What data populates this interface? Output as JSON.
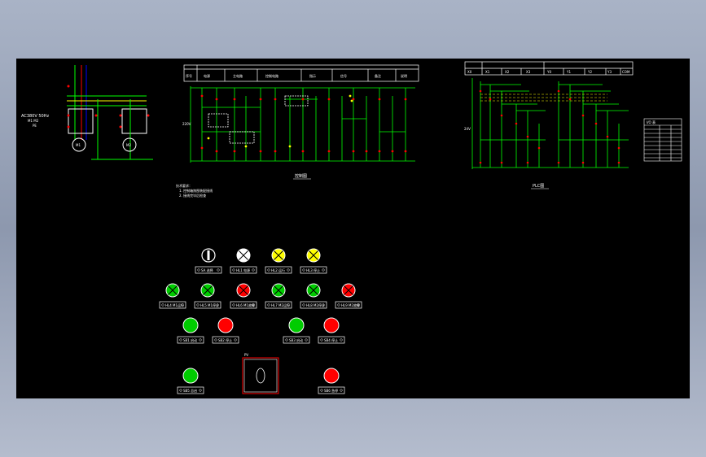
{
  "viewport": {
    "background": "#8d98ae",
    "canvas_background": "#000000"
  },
  "colors": {
    "wire": "#00ff00",
    "line": "#ffffff",
    "red": "#ff0000",
    "yellow": "#ffff00",
    "blue": "#0000ff",
    "green_lamp": "#00cc00"
  },
  "motor_section": {
    "note_lines": [
      "AC380V 50Hz",
      "M1 M2",
      "PE"
    ],
    "motors": [
      "M1",
      "M2"
    ]
  },
  "control_drawing": {
    "caption": "控制图",
    "header_cells": [
      "序号",
      "电源",
      "主电路",
      "控制电路",
      "指示",
      "信号",
      "备注",
      "说明"
    ],
    "voltage_label": "220V"
  },
  "plc_drawing": {
    "caption": "PLC图",
    "header_cells": [
      "X0",
      "X1",
      "X2",
      "X3",
      "Y0",
      "Y1",
      "Y2",
      "Y3",
      "COM"
    ],
    "voltage_label": "24V"
  },
  "io_table": {
    "title": "I/O 表",
    "rows": 8
  },
  "notes": {
    "lines": [
      "技术要求：",
      "1. 控制箱按图装配接线",
      "2. 接线完毕后检查"
    ]
  },
  "panel": {
    "row1": [
      {
        "type": "selector",
        "label": "SA 选择"
      },
      {
        "type": "lamp",
        "color": "white",
        "label": "HL1 电源"
      },
      {
        "type": "lamp",
        "color": "yellow",
        "label": "HL2 运行"
      },
      {
        "type": "lamp",
        "color": "yellow",
        "label": "HL3 停止"
      }
    ],
    "row2": [
      {
        "type": "lamp",
        "color": "green",
        "label": "HL4 M1运行"
      },
      {
        "type": "lamp",
        "color": "green",
        "label": "HL5 M1停止"
      },
      {
        "type": "lamp",
        "color": "red",
        "label": "HL6 M1故障"
      },
      {
        "type": "lamp",
        "color": "green",
        "label": "HL7 M2运行"
      },
      {
        "type": "lamp",
        "color": "green",
        "label": "HL8 M2停止"
      },
      {
        "type": "lamp",
        "color": "red",
        "label": "HL9 M2故障"
      }
    ],
    "row3": [
      {
        "type": "button",
        "color": "green",
        "label": "SB1 启动"
      },
      {
        "type": "button",
        "color": "red",
        "label": "SB2 停止"
      },
      {
        "type": "button",
        "color": "green",
        "label": "SB3 启动"
      },
      {
        "type": "button",
        "color": "red",
        "label": "SB4 停止"
      }
    ],
    "row4": [
      {
        "type": "button",
        "color": "green",
        "label": "SB5 总启"
      },
      {
        "type": "meter",
        "label": "PV"
      },
      {
        "type": "button",
        "color": "red",
        "label": "SB6 急停"
      }
    ]
  }
}
